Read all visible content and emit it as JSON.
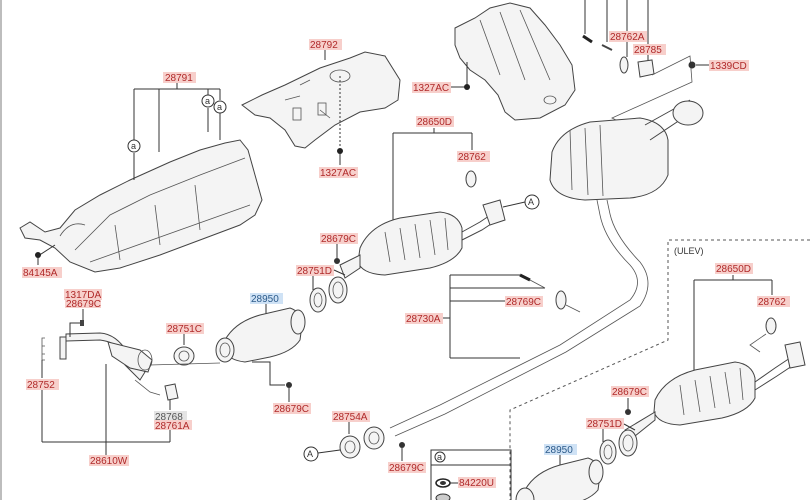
{
  "diagram": {
    "title": "Exhaust system parts diagram",
    "variant_label": "(ULEV)",
    "reference_marks": {
      "circle_a": "a",
      "circle_A": "A"
    },
    "labels": {
      "l28791": "28791",
      "l28792": "28792",
      "l1327ac_top": "1327AC",
      "l1327ac_mid": "1327AC",
      "l28762a": "28762A",
      "l28785": "28785",
      "l1339cd": "1339CD",
      "l28650d": "28650D",
      "l28762": "28762",
      "l84145a": "84145A",
      "l28679c_a": "28679C",
      "l28751d": "28751D",
      "l28950": "28950",
      "l1317da": "1317DA",
      "l28679c_b": "28679C",
      "l28751c": "28751C",
      "l28752": "28752",
      "l28768": "28768",
      "l28761a": "28761A",
      "l28610w": "28610W",
      "l28679c_c": "28679C",
      "l28754a": "28754A",
      "l28679c_d": "28679C",
      "l28730a": "28730A",
      "l28769c": "28769C",
      "l28650d_ulev": "28650D",
      "l28762_ulev": "28762",
      "l28679c_ulev": "28679C",
      "l28751d_ulev": "28751D",
      "l28950_ulev": "28950",
      "l84220u": "84220U"
    }
  }
}
